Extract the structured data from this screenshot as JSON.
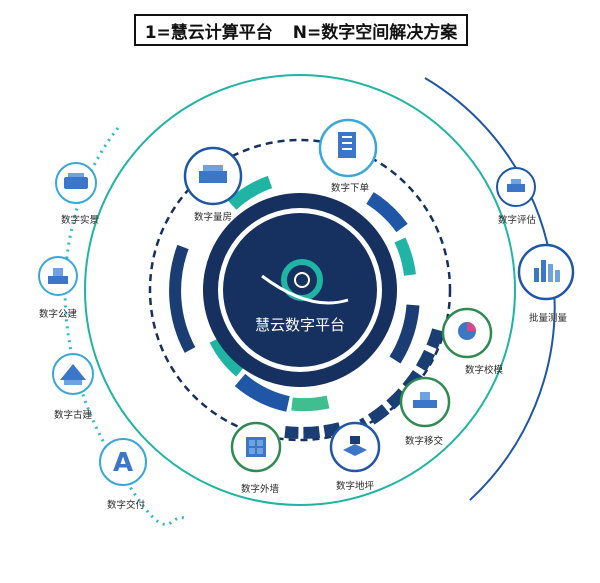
{
  "title": {
    "left": "1=慧云计算平台",
    "right": "N=数字空间解决方案"
  },
  "center": {
    "label": "慧云数字平台"
  },
  "nodes": [
    {
      "id": "shiliang",
      "label": "数字实景",
      "icon": "panorama-icon"
    },
    {
      "id": "gongjian",
      "label": "数字公建",
      "icon": "public-building-icon"
    },
    {
      "id": "gujian",
      "label": "数字古建",
      "icon": "ancient-building-icon"
    },
    {
      "id": "jiaofu",
      "label": "数字交付",
      "icon": "delivery-icon"
    },
    {
      "id": "liangfang",
      "label": "数字量房",
      "icon": "house-measure-icon"
    },
    {
      "id": "xiadan",
      "label": "数字下单",
      "icon": "order-document-icon"
    },
    {
      "id": "pinggu",
      "label": "数字评估",
      "icon": "evaluation-icon"
    },
    {
      "id": "celiang",
      "label": "批量测量",
      "icon": "batch-measure-icon"
    },
    {
      "id": "xiaomo",
      "label": "数字校模",
      "icon": "model-check-icon"
    },
    {
      "id": "yijiao",
      "label": "数字移交",
      "icon": "handover-icon"
    },
    {
      "id": "dipi",
      "label": "数字地坪",
      "icon": "floor-icon"
    },
    {
      "id": "waiqiang",
      "label": "数字外墙",
      "icon": "facade-icon"
    }
  ],
  "colors": {
    "navy": "#16305f",
    "blue": "#1f56a6",
    "teal": "#1fb4a3",
    "green": "#2f8a52",
    "lightblue": "#38a8d6",
    "dark_ring": "#1a3d73"
  }
}
